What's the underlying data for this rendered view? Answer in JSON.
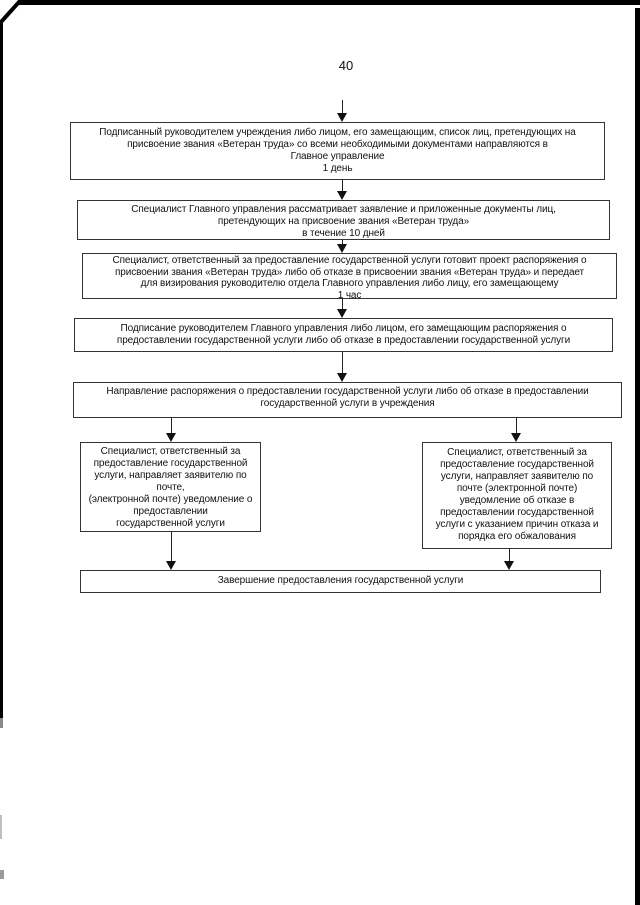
{
  "page_number": "40",
  "flowchart": {
    "steps": [
      {
        "name": "submit-list",
        "text": "Подписанный руководителем учреждения либо лицом, его замещающим,  список лиц, претендующих на\nприсвоение звания «Ветеран труда» со всеми необходимыми документами направляются в\nГлавное управление\n1 день"
      },
      {
        "name": "review-documents",
        "text": "Специалист  Главного управления рассматривает заявление и приложенные документы лиц,\nпретендующих на присвоение звания «Ветеран труда»\nв течение 10 дней"
      },
      {
        "name": "prepare-draft",
        "text": "Специалист, ответственный за предоставление государственной услуги готовит проект распоряжения о\nприсвоении  звания «Ветеран труда» либо об отказе в присвоении звания «Ветеран труда» и передает\nдля визирования руководителю отдела Главного управления либо лицу, его замещающему\n1 час"
      },
      {
        "name": "sign-order",
        "text": "Подписание руководителем Главного управления либо лицом, его замещающим распоряжения о\nпредоставлении государственной услуги либо об отказе в предоставлении государственной услуги"
      },
      {
        "name": "send-order",
        "text": "Направление распоряжения о предоставлении государственной услуги либо об отказе в предоставлении\nгосударственной услуги в учреждения"
      }
    ],
    "branch_left": {
      "text": "Специалист, ответственный за\nпредоставление государственной\nуслуги, направляет заявителю по\nпочте,\n(электронной почте) уведомление о\nпредоставлении\nгосударственной услуги"
    },
    "branch_right": {
      "text": "Специалист, ответственный за\nпредоставление государственной\nуслуги, направляет заявителю по\nпочте (электронной почте)\nуведомление об отказе в\nпредоставлении государственной\nуслуги с указанием причин отказа и\nпорядка его обжалования"
    },
    "end": {
      "text": "Завершение предоставления государственной услуги"
    }
  },
  "colors": {
    "box_border": "#333333",
    "text": "#111111",
    "scan_edge": "#000000"
  }
}
